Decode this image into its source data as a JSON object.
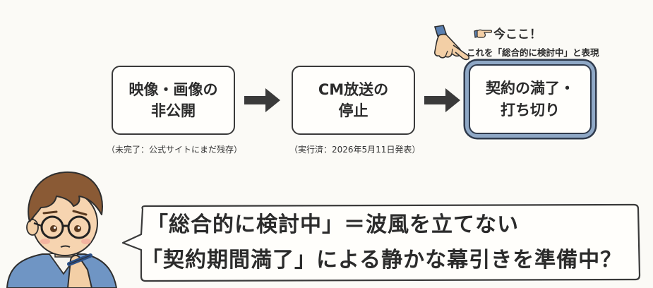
{
  "flow": {
    "step1": {
      "line1": "映像・画像の",
      "line2": "非公開",
      "note": "（未完了：公式サイトにまだ残存）"
    },
    "step2": {
      "line1": "CM放送の",
      "line2": "停止",
      "note": "（実行済：2026年5月11日発表）"
    },
    "step3": {
      "line1": "契約の満了・",
      "line2": "打ち切り"
    }
  },
  "callout": {
    "title": "今ここ！",
    "text": "これを「総合的に検討中」と表現"
  },
  "speech": {
    "line1": "「総合的に検討中」＝波風を立てない",
    "line2": "「契約期間満了」による静かな幕引きを準備中？"
  },
  "colors": {
    "highlight_outer": "#2f3a4c",
    "highlight_inner": "#8fa8c6",
    "arrow": "#3a3a3a"
  },
  "icons": [
    "pointing-hand-icon",
    "arrow-right-icon",
    "thinking-character-icon"
  ]
}
